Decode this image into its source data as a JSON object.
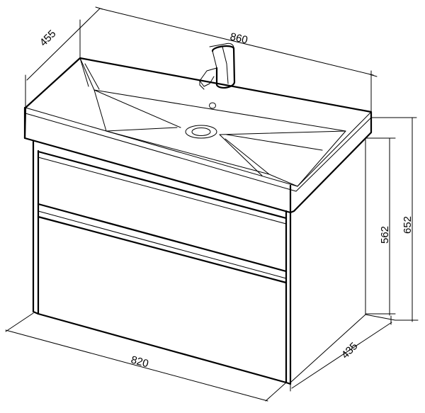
{
  "dimensions": {
    "sink_width": "860",
    "sink_depth": "455",
    "cabinet_width": "820",
    "cabinet_depth": "435",
    "cabinet_height": "562",
    "total_height": "652"
  },
  "colors": {
    "line": "#000000",
    "background": "#ffffff"
  }
}
